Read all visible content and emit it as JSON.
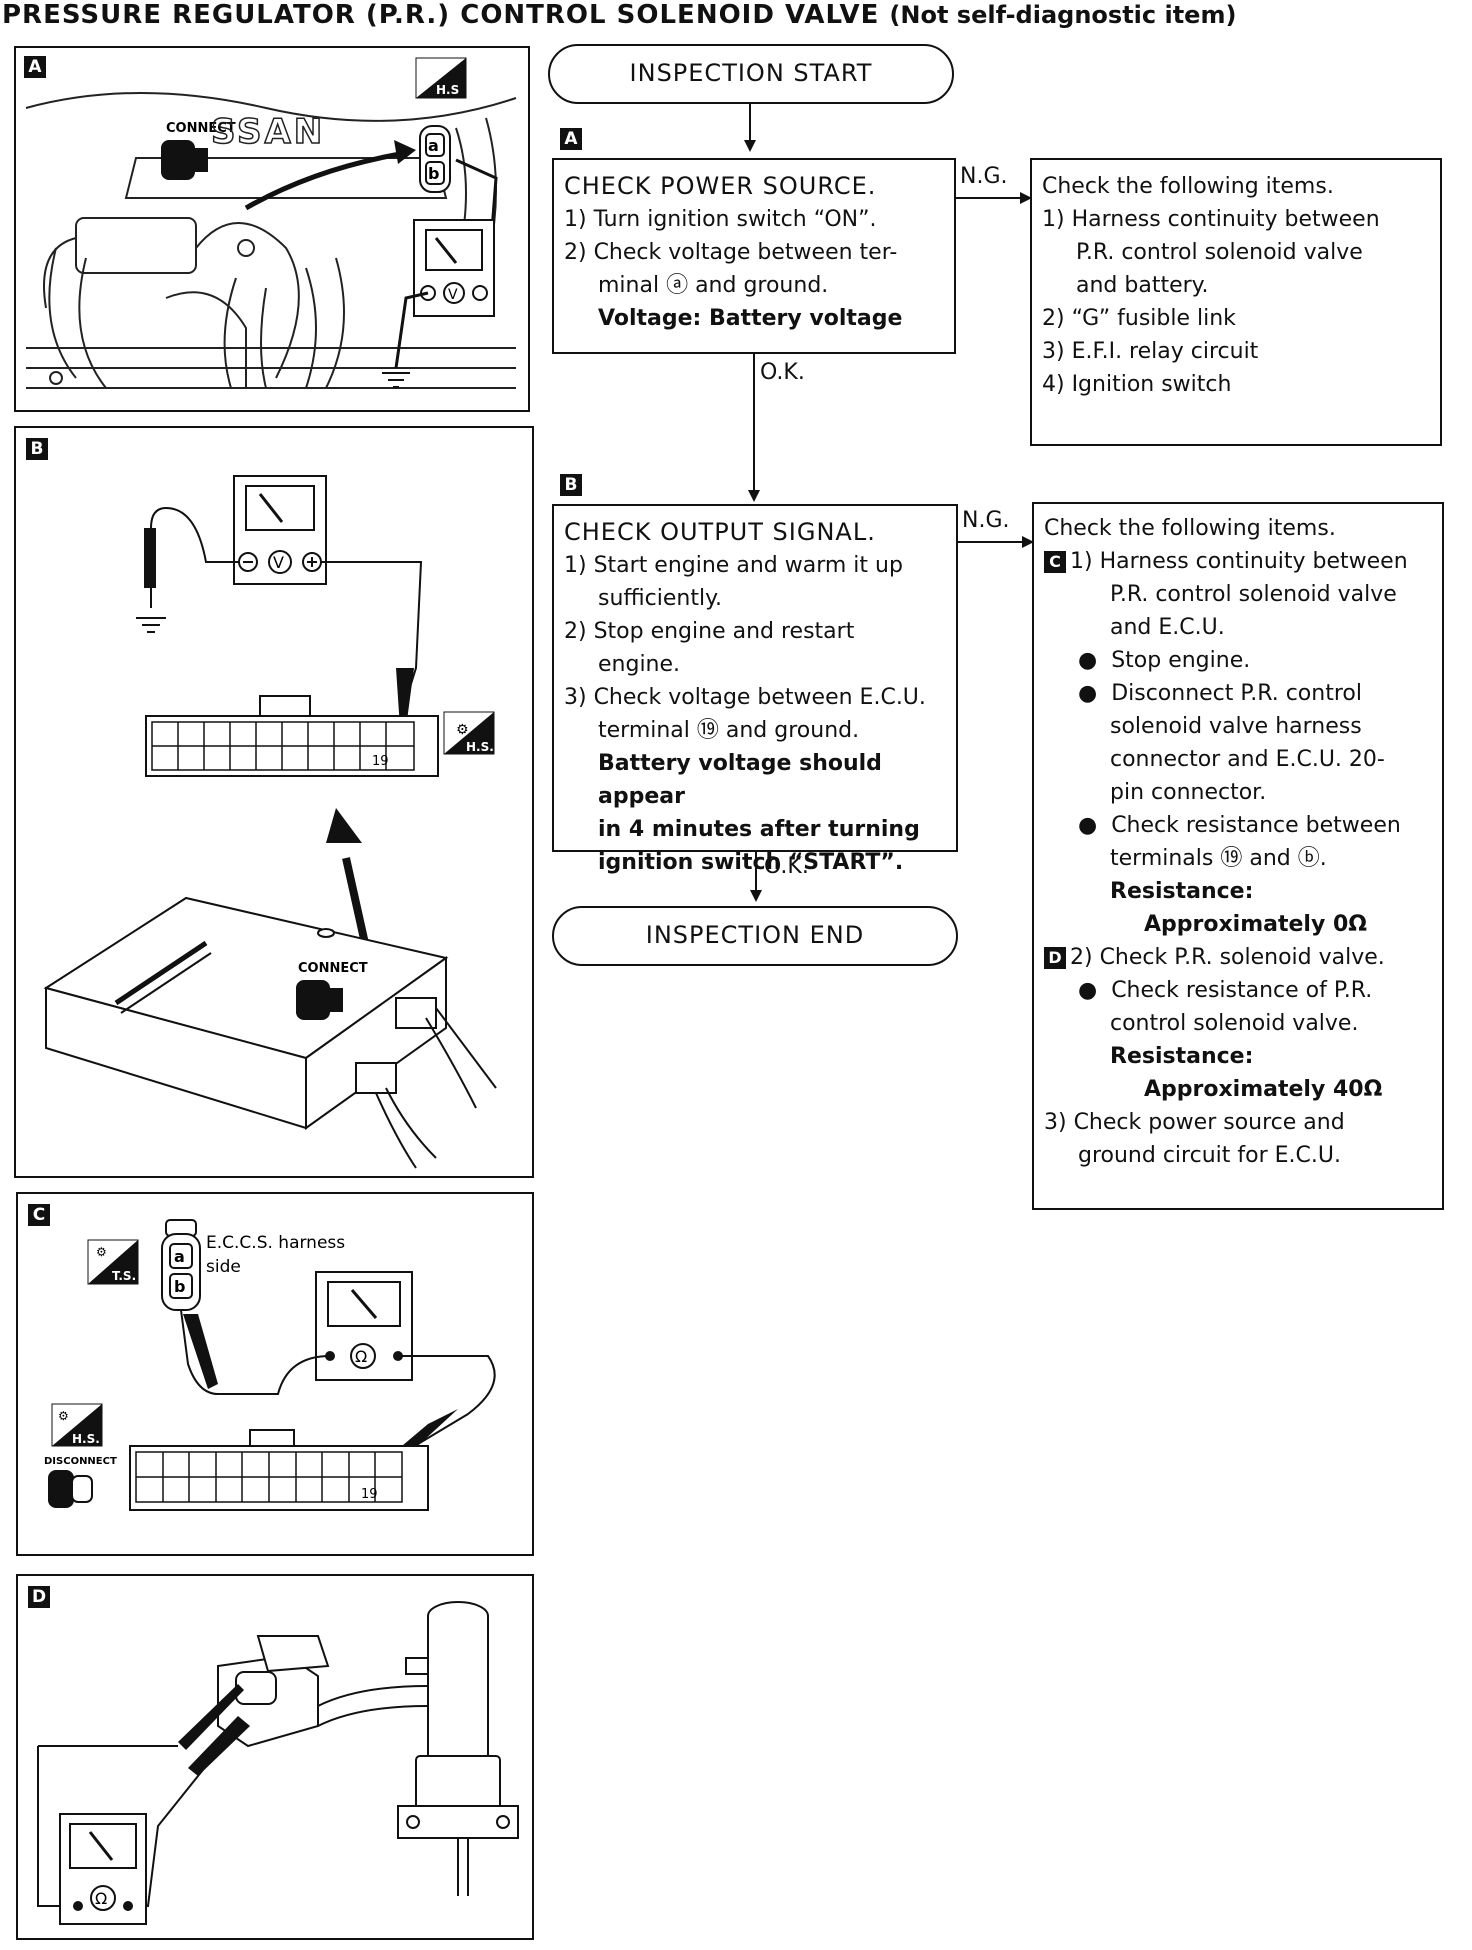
{
  "title": {
    "main": "PRESSURE REGULATOR (P.R.) CONTROL SOLENOID VALVE",
    "sub": "(Not self-diagnostic item)"
  },
  "panels": {
    "a": {
      "label": "A",
      "connect_text": "CONNECT",
      "brand_text": "SSAN",
      "term_a": "a",
      "term_b": "b",
      "hs_badge": "H.S"
    },
    "b": {
      "label": "B",
      "pin_number": "19",
      "hs_badge": "H.S.",
      "connect_text": "CONNECT"
    },
    "c": {
      "label": "C",
      "harness_label_1": "E.C.C.S. harness",
      "harness_label_2": "side",
      "term_a": "a",
      "term_b": "b",
      "ts_badge": "T.S.",
      "hs_badge": "H.S.",
      "disconnect_text": "DISCONNECT",
      "pin_number": "19"
    },
    "d": {
      "label": "D"
    }
  },
  "flow": {
    "start": "INSPECTION START",
    "end": "INSPECTION END",
    "step_a_label": "A",
    "step_b_label": "B",
    "ng_label": "N.G.",
    "ok_label": "O.K.",
    "step_a": {
      "heading": "CHECK POWER SOURCE.",
      "l1": "1) Turn ignition switch “ON”.",
      "l2": "2) Check voltage between ter-",
      "l3": "minal ⓐ and ground.",
      "l4": "Voltage: Battery voltage"
    },
    "ng_a": {
      "heading": "Check the following items.",
      "l1": "1) Harness continuity between",
      "l2": "P.R. control solenoid valve",
      "l3": "and battery.",
      "l4": "2) “G” fusible link",
      "l5": "3) E.F.I. relay circuit",
      "l6": "4) Ignition switch"
    },
    "step_b": {
      "heading": "CHECK OUTPUT SIGNAL.",
      "l1": "1) Start engine and warm it up",
      "l2": "sufficiently.",
      "l3": "2) Stop engine and restart",
      "l4": "engine.",
      "l5": "3) Check voltage between E.C.U.",
      "l6": "terminal ⑲ and ground.",
      "l7": "Battery voltage should appear",
      "l8": "in 4 minutes after turning",
      "l9": "ignition switch “START”."
    },
    "ng_b": {
      "heading": "Check the following items.",
      "c_label": "C",
      "d_label": "D",
      "l1": "1) Harness continuity between",
      "l2": "P.R. control solenoid valve",
      "l3": "and E.C.U.",
      "l4": "Stop engine.",
      "l5": "Disconnect P.R. control",
      "l6": "solenoid valve harness",
      "l7": "connector and E.C.U. 20-",
      "l8": "pin connector.",
      "l9": "Check resistance between",
      "l10": "terminals ⑲ and ⓑ.",
      "l11": "Resistance:",
      "l12": "Approximately 0Ω",
      "l13": "2) Check P.R. solenoid valve.",
      "l14": "Check resistance of P.R.",
      "l15": "control solenoid valve.",
      "l16": "Resistance:",
      "l17": "Approximately 40Ω",
      "l18": "3) Check power source and",
      "l19": "ground circuit for E.C.U."
    }
  }
}
